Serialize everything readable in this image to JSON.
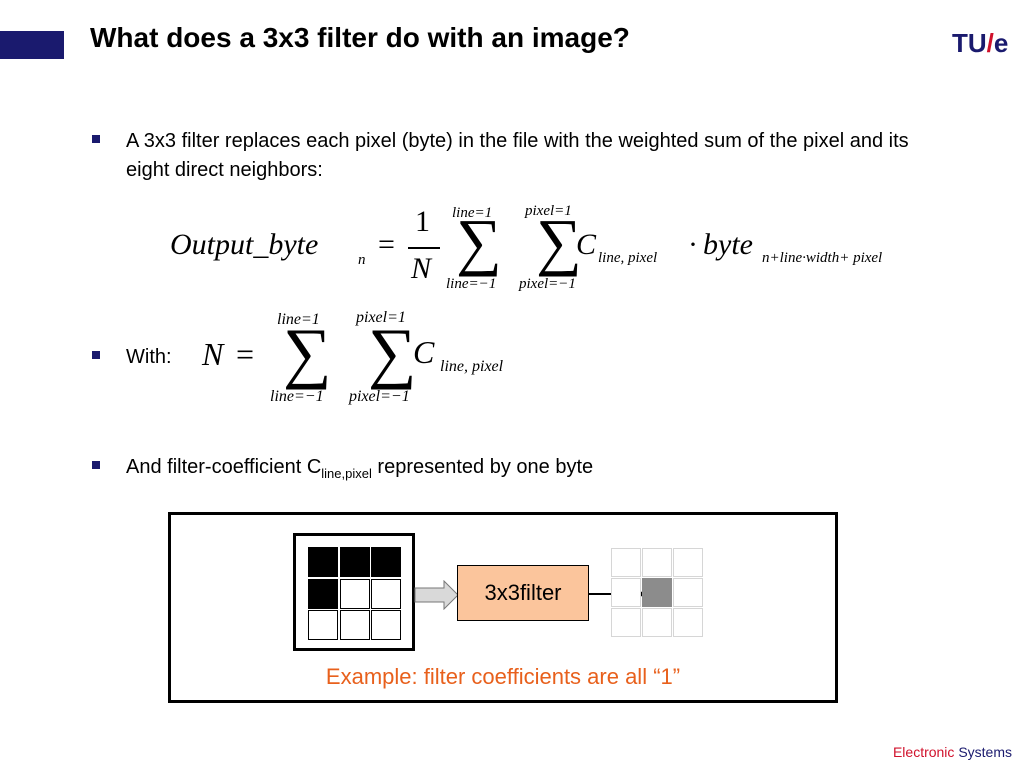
{
  "header": {
    "title": "What does a 3x3 filter do with an image?",
    "logo_left": "TU",
    "logo_slash": "/",
    "logo_right": "e"
  },
  "bullets": {
    "b1_text": "A 3x3 filter replaces each pixel (byte) in the file with the weighted sum of the pixel and its eight direct neighbors:",
    "b2_text": "With:",
    "b3_pre": "And filter-coefficient C",
    "b3_sub": "line,pixel",
    "b3_post": " represented by one byte"
  },
  "formula1": {
    "lhs": "Output_byte",
    "lhs_sub": "n",
    "equals": "=",
    "frac_num": "1",
    "frac_den": "N",
    "sum1_upper": "line=1",
    "sum1_lower": "line=−1",
    "sum2_upper": "pixel=1",
    "sum2_lower": "pixel=−1",
    "coef": "C",
    "coef_sub": "line, pixel",
    "dot": "·",
    "byte": "byte",
    "byte_sub": "n+line·width+ pixel"
  },
  "formula2": {
    "lhs": "N",
    "equals": "=",
    "sum1_upper": "line=1",
    "sum1_lower": "line=−1",
    "sum2_upper": "pixel=1",
    "sum2_lower": "pixel=−1",
    "coef": "C",
    "coef_sub": "line, pixel"
  },
  "figure": {
    "input_grid": [
      [
        "dark",
        "dark",
        "dark"
      ],
      [
        "dark",
        "white",
        "white"
      ],
      [
        "white",
        "white",
        "white"
      ]
    ],
    "filter_label": "3x3filter",
    "output_grid": [
      [
        "empty",
        "empty",
        "empty"
      ],
      [
        "empty",
        "mid",
        "empty"
      ],
      [
        "empty",
        "empty",
        "empty"
      ]
    ],
    "caption": "Example: filter coefficients are all “1”",
    "colors": {
      "filter_fill": "#fbc59c",
      "output_mid": "#8c8c8c",
      "caption": "#e8601c"
    }
  },
  "footer": {
    "part1": "Electronic",
    "part2": "Systems"
  },
  "colors": {
    "brand_blue": "#1a1a6e",
    "brand_red": "#d0112b"
  }
}
